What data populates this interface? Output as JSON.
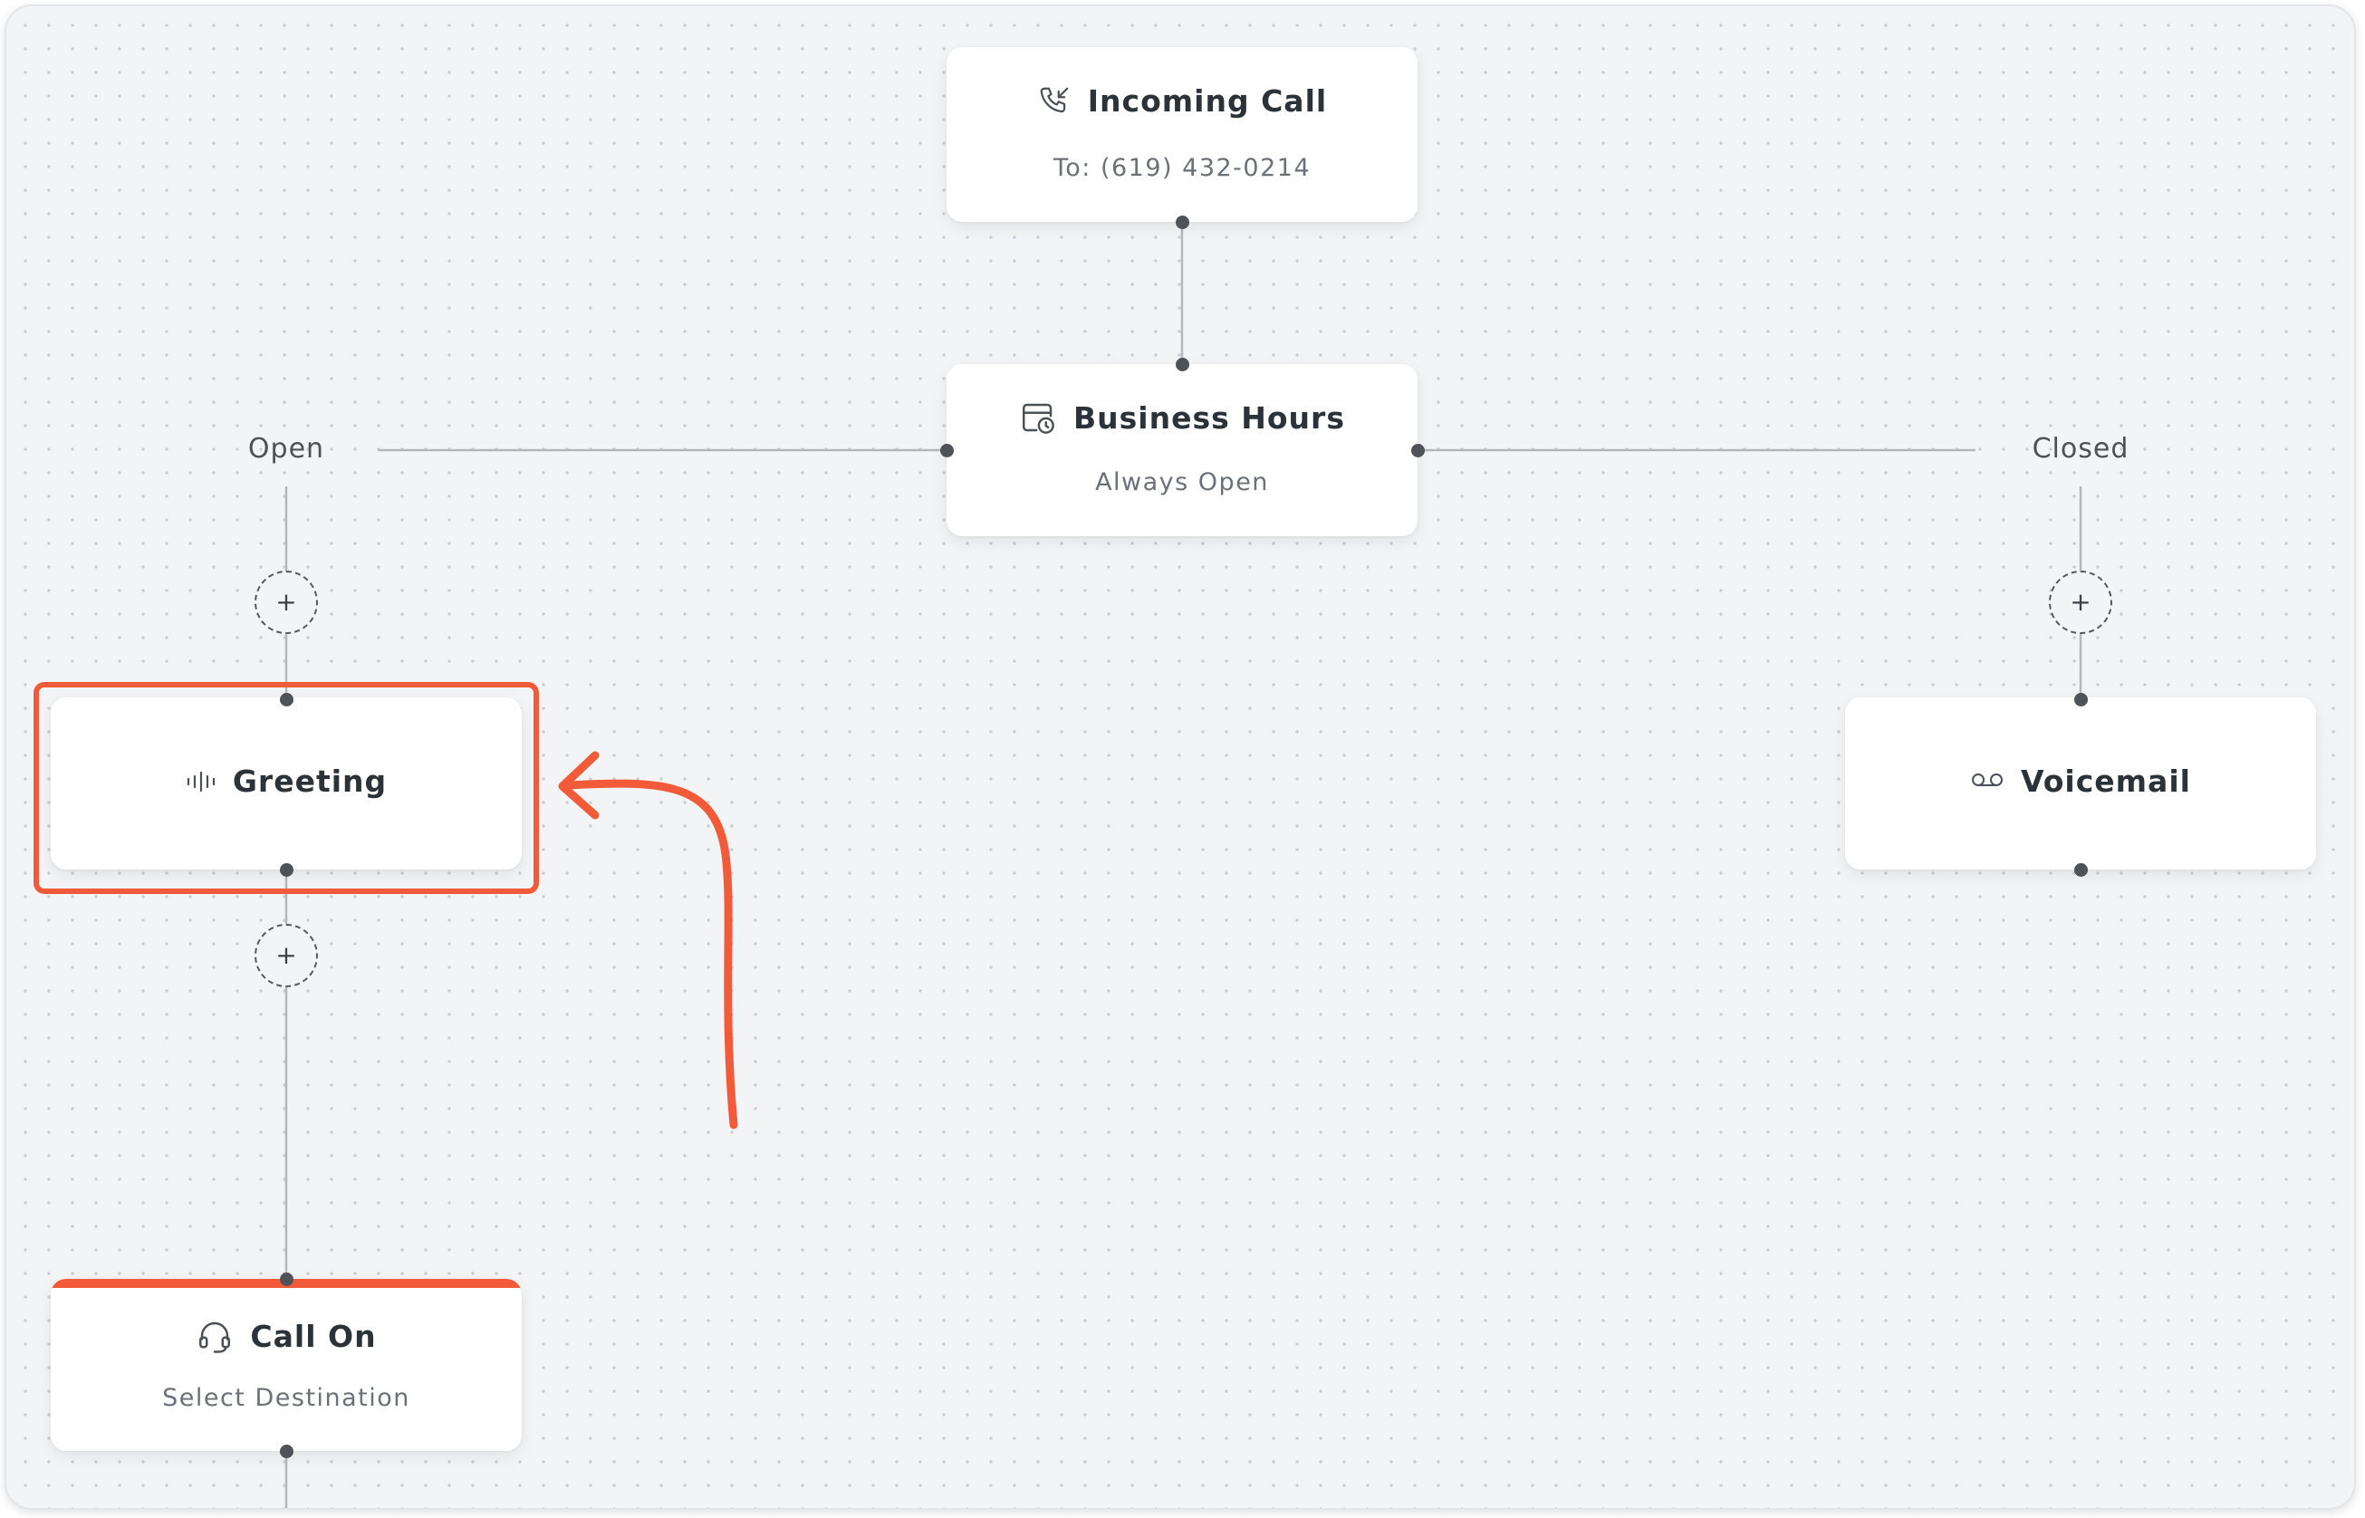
{
  "colors": {
    "canvas_bg": "#f3f4f5",
    "node_bg": "#ffffff",
    "title_text": "#2b3338",
    "subtitle_text": "#6b7177",
    "connector": "#b4b7bb",
    "port": "#4f5357",
    "accent": "#f25b3a"
  },
  "nodes": {
    "incoming_call": {
      "title": "Incoming Call",
      "subtitle": "To: (619) 432-0214",
      "icon": "phone-incoming-icon"
    },
    "business_hours": {
      "title": "Business Hours",
      "subtitle": "Always Open",
      "icon": "calendar-clock-icon"
    },
    "greeting": {
      "title": "Greeting",
      "icon": "sound-wave-icon",
      "highlighted": true
    },
    "voicemail": {
      "title": "Voicemail",
      "icon": "voicemail-icon"
    },
    "call_on": {
      "title": "Call On",
      "subtitle": "Select Destination",
      "icon": "headset-icon"
    }
  },
  "branches": {
    "open_label": "Open",
    "closed_label": "Closed"
  },
  "add_buttons": {
    "symbol": "+"
  },
  "annotation": {
    "arrow": "pointing to Greeting node"
  }
}
